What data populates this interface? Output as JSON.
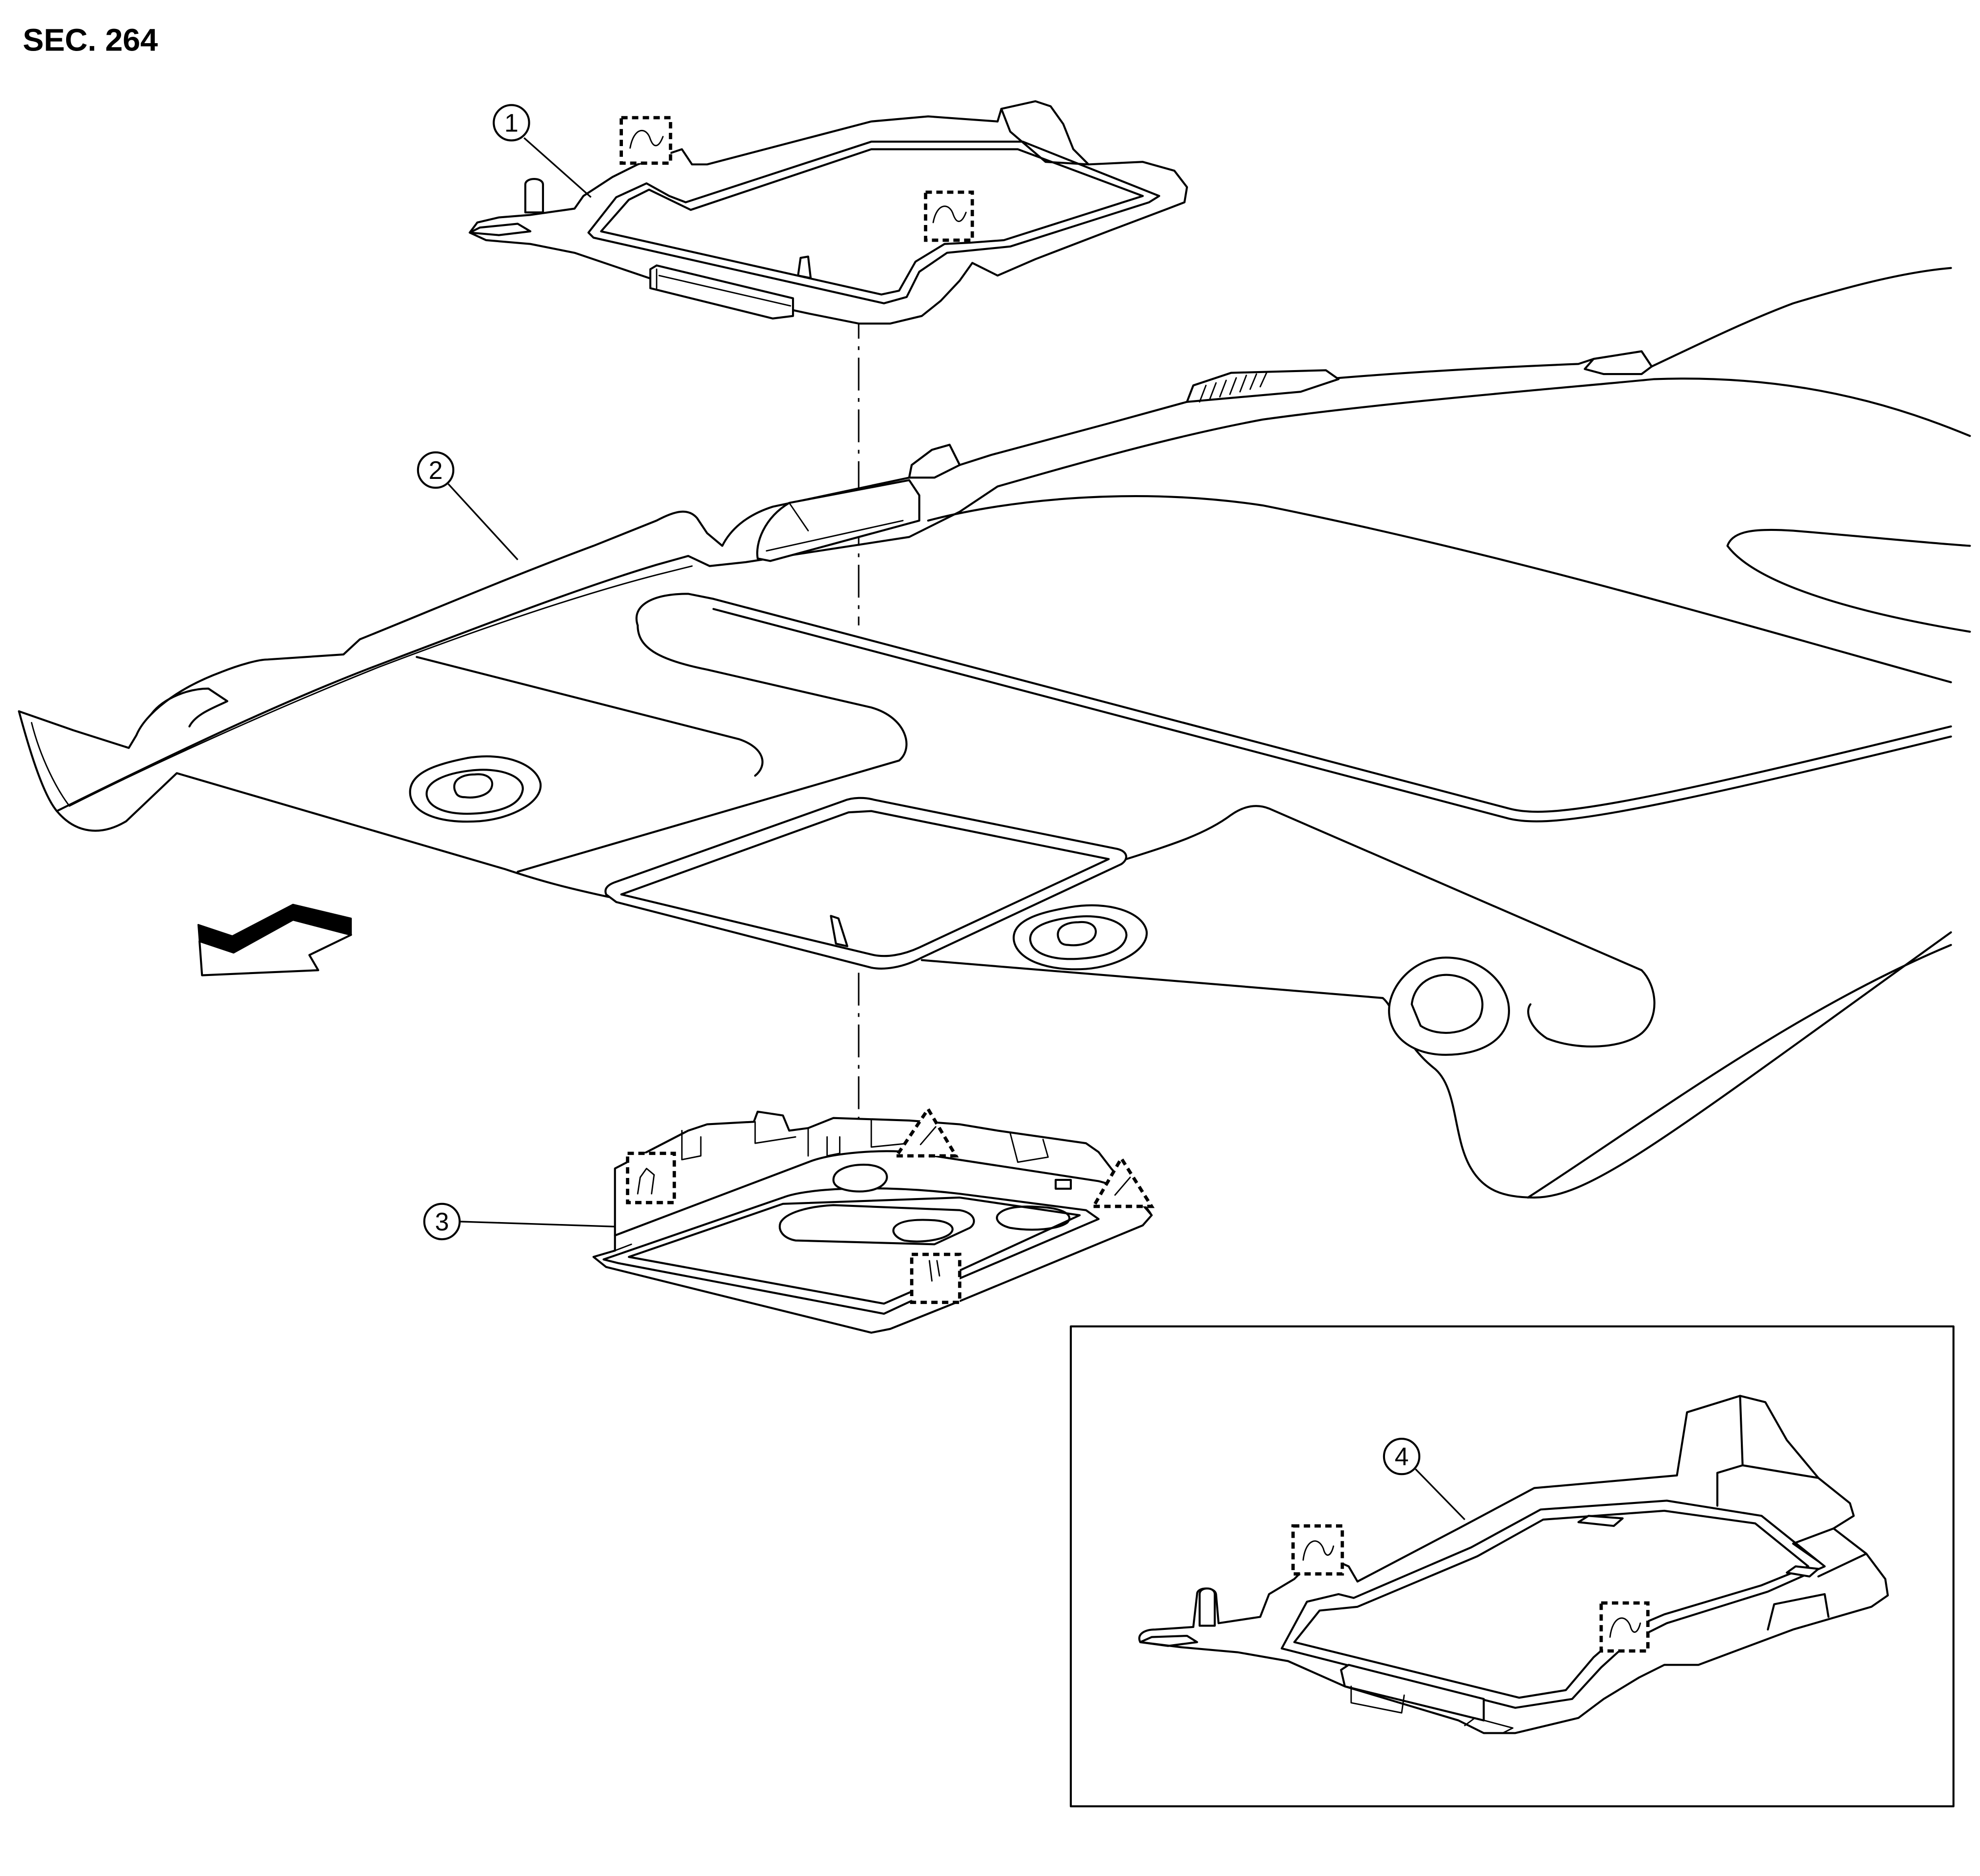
{
  "header": {
    "section_label": "SEC. 264"
  },
  "callouts": [
    {
      "label": "1"
    },
    {
      "label": "2"
    },
    {
      "label": "3"
    },
    {
      "label": "4"
    }
  ],
  "symbols": {
    "clip": "clip-icon",
    "pawl": "pawl-icon",
    "front": "front-arrow-icon"
  },
  "colors": {
    "line": "#000000",
    "background": "#ffffff"
  }
}
